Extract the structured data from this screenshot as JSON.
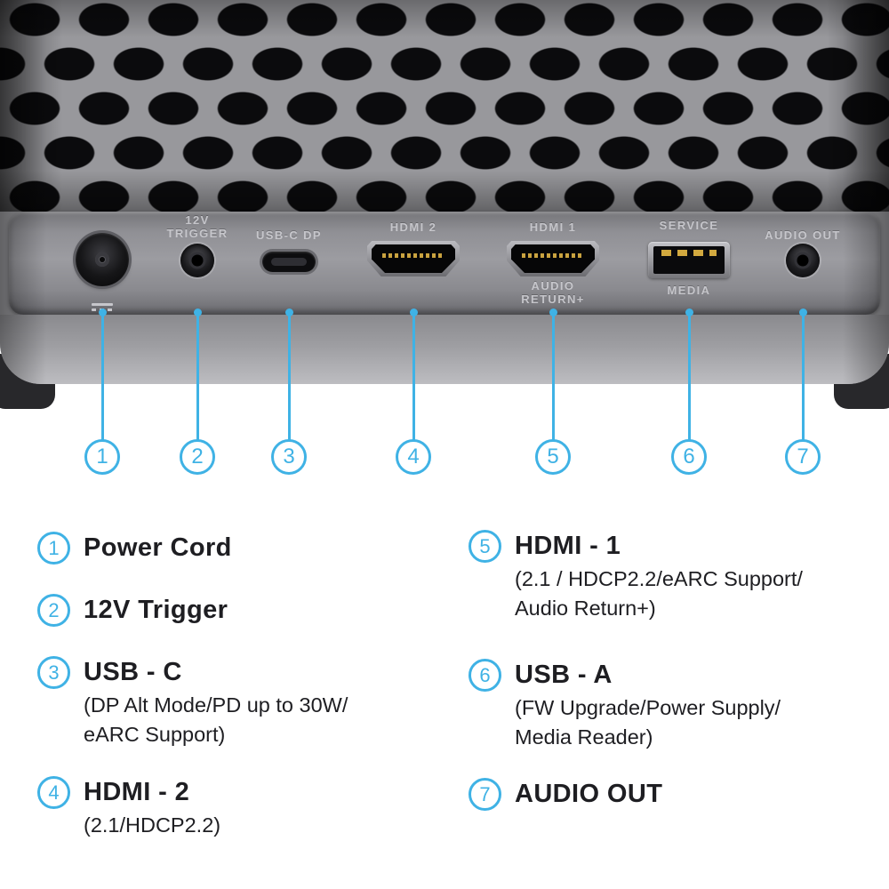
{
  "accent_color": "#3fb2e5",
  "panel_labels": {
    "trigger": [
      "12V",
      "TRIGGER"
    ],
    "usbc": "USB-C DP",
    "hdmi2": "HDMI 2",
    "hdmi1": "HDMI 1",
    "audio_return": [
      "AUDIO",
      "RETURN+"
    ],
    "service": "SERVICE",
    "media": "MEDIA",
    "audio_out": "AUDIO OUT"
  },
  "callouts": [
    {
      "num": "1"
    },
    {
      "num": "2"
    },
    {
      "num": "3"
    },
    {
      "num": "4"
    },
    {
      "num": "5"
    },
    {
      "num": "6"
    },
    {
      "num": "7"
    }
  ],
  "legend": {
    "left": [
      {
        "num": "1",
        "title": "Power Cord",
        "sub_lines": []
      },
      {
        "num": "2",
        "title": "12V Trigger",
        "sub_lines": []
      },
      {
        "num": "3",
        "title": "USB - C",
        "sub_lines": [
          "(DP Alt Mode/PD up to 30W/",
          "eARC Support)"
        ]
      },
      {
        "num": "4",
        "title": "HDMI - 2",
        "sub_lines": [
          "(2.1/HDCP2.2)"
        ]
      }
    ],
    "right": [
      {
        "num": "5",
        "title": "HDMI - 1",
        "sub_lines": [
          "(2.1 / HDCP2.2/eARC Support/",
          "Audio Return+)"
        ]
      },
      {
        "num": "6",
        "title": "USB - A",
        "sub_lines": [
          "(FW Upgrade/Power Supply/",
          "Media Reader)"
        ]
      },
      {
        "num": "7",
        "title": "AUDIO OUT",
        "sub_lines": []
      }
    ]
  }
}
